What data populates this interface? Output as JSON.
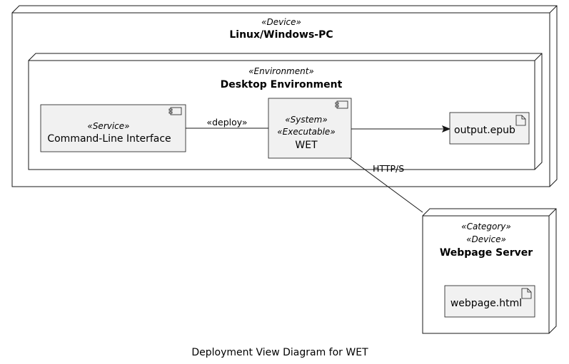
{
  "nodes": {
    "pc": {
      "stereotype": "«Device»",
      "name": "Linux/Windows-PC"
    },
    "desktop": {
      "stereotype": "«Environment»",
      "name": "Desktop Environment"
    },
    "server": {
      "stereotype1": "«Category»",
      "stereotype2": "«Device»",
      "name": "Webpage Server"
    }
  },
  "components": {
    "cli": {
      "stereotype": "«Service»",
      "name": "Command-Line Interface"
    },
    "wet": {
      "stereotype1": "«System»",
      "stereotype2": "«Executable»",
      "name": "WET"
    }
  },
  "artifacts": {
    "epub": {
      "name": "output.epub"
    },
    "html": {
      "name": "webpage.html"
    }
  },
  "edges": {
    "deploy": {
      "label": "«deploy»"
    },
    "https": {
      "label": "HTTP/S"
    }
  },
  "caption": "Deployment View Diagram for WET",
  "colors": {
    "fill": "#F1F1F1",
    "stroke": "#181818",
    "background": "#FFFFFF"
  }
}
